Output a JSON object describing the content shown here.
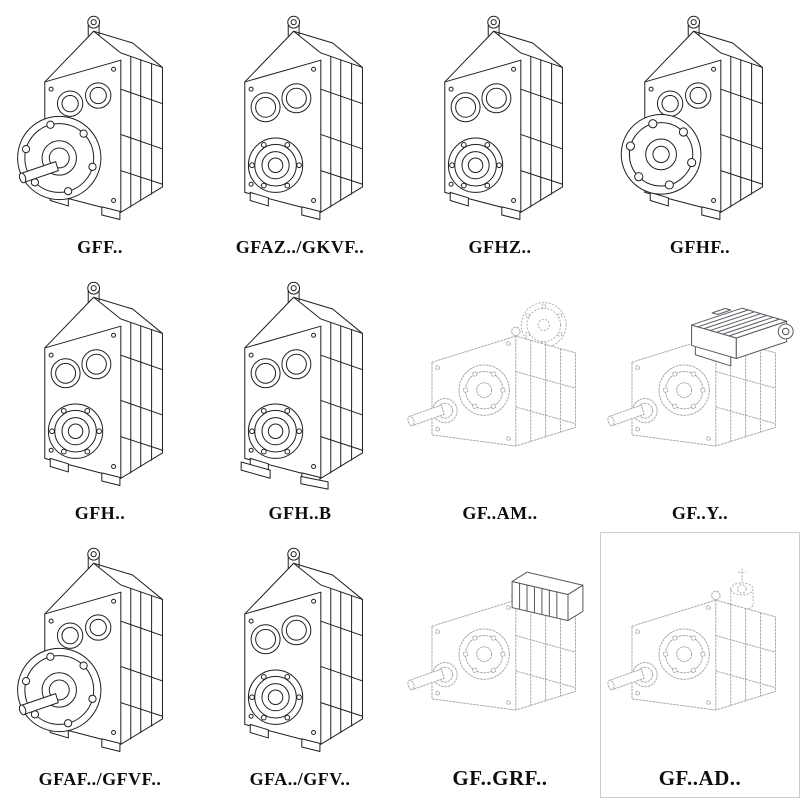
{
  "page": {
    "background": "#ffffff",
    "ink_color": "#1f1f1f",
    "light_ink_color": "#a8acb1",
    "attachment_ink_color": "#585d63"
  },
  "catalog": {
    "rows": 3,
    "columns": 4,
    "items": [
      {
        "label": "GFF..",
        "drawing": "flange-output-gearbox",
        "rendering": "solid"
      },
      {
        "label": "GFAZ../GKVF..",
        "drawing": "hollow-shaft-gearbox",
        "rendering": "solid"
      },
      {
        "label": "GFHZ..",
        "drawing": "hollow-shaft-gearbox",
        "rendering": "solid"
      },
      {
        "label": "GFHF..",
        "drawing": "flange-hollow-shaft-gearbox",
        "rendering": "solid"
      },
      {
        "label": "GFH..",
        "drawing": "hollow-shaft-gearbox",
        "rendering": "solid"
      },
      {
        "label": "GFH..B",
        "drawing": "hollow-shaft-gearbox-with-foot",
        "rendering": "solid"
      },
      {
        "label": "GF..AM..",
        "drawing": "gearbox-with-motor-adapter-flange",
        "rendering": "light"
      },
      {
        "label": "GF..Y..",
        "drawing": "gearbox-with-mounted-motor",
        "rendering": "light"
      },
      {
        "label": "GFAF../GFVF..",
        "drawing": "flange-output-gearbox",
        "rendering": "solid"
      },
      {
        "label": "GFA../GFV..",
        "drawing": "hollow-shaft-gearbox",
        "rendering": "solid"
      },
      {
        "label": "GF..GRF..",
        "drawing": "gearbox-with-fin-unit",
        "rendering": "light"
      },
      {
        "label": "GF..AD..",
        "drawing": "gearbox-with-input-adapter",
        "rendering": "light"
      }
    ]
  }
}
